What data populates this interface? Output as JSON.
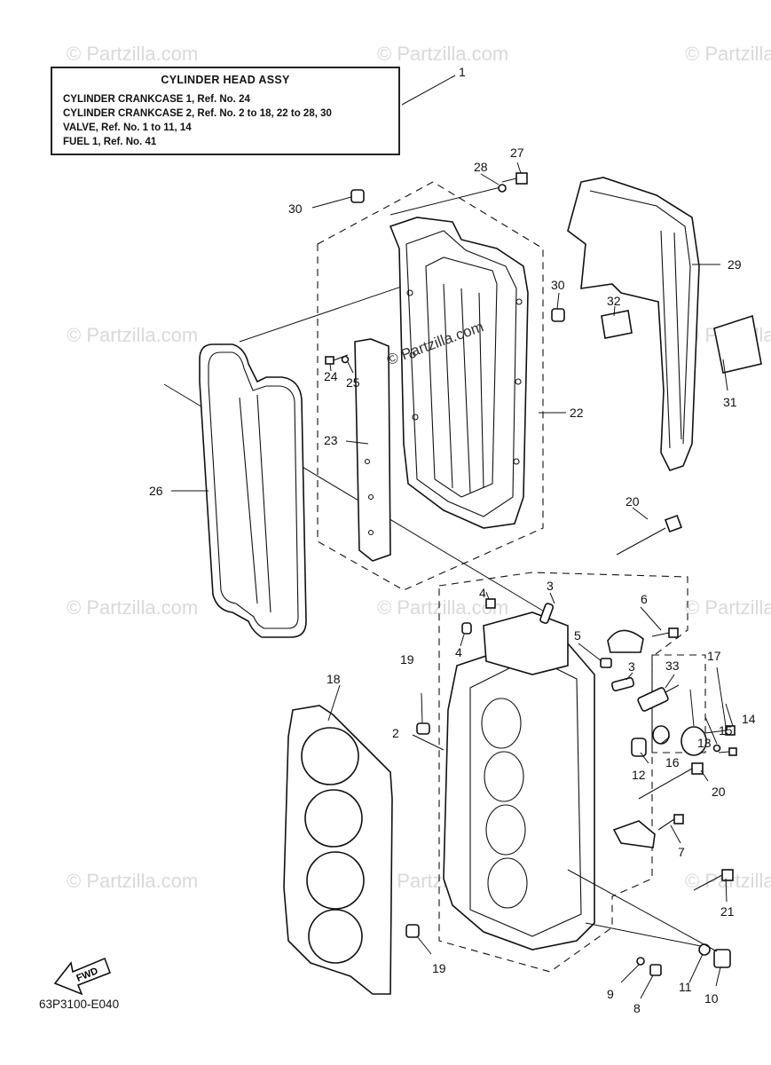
{
  "legend": {
    "title": "CYLINDER HEAD ASSY",
    "lines": [
      "CYLINDER CRANKCASE 1, Ref. No. 24",
      "CYLINDER CRANKCASE 2, Ref. No. 2 to 18, 22 to 28, 30",
      "VALVE,  Ref. No. 1 to 11, 14",
      "FUEL 1,  Ref. No. 41"
    ]
  },
  "diagram_code": "63P3100-E040",
  "watermark": "© Partzilla.com",
  "center_copyright": "© Partzilla.com",
  "fwd_label": "FWD",
  "callouts": {
    "c1": "1",
    "c2": "2",
    "c3a": "3",
    "c3b": "3",
    "c4a": "4",
    "c4b": "4",
    "c5": "5",
    "c6": "6",
    "c7": "7",
    "c8": "8",
    "c9": "9",
    "c10": "10",
    "c11": "11",
    "c12": "12",
    "c13": "13",
    "c14": "14",
    "c15": "15",
    "c16": "16",
    "c17": "17",
    "c18": "18",
    "c19a": "19",
    "c19b": "19",
    "c20a": "20",
    "c20b": "20",
    "c21": "21",
    "c22": "22",
    "c23": "23",
    "c24": "24",
    "c25": "25",
    "c26": "26",
    "c27": "27",
    "c28": "28",
    "c29": "29",
    "c30a": "30",
    "c30b": "30",
    "c31": "31",
    "c32": "32",
    "c33": "33"
  }
}
